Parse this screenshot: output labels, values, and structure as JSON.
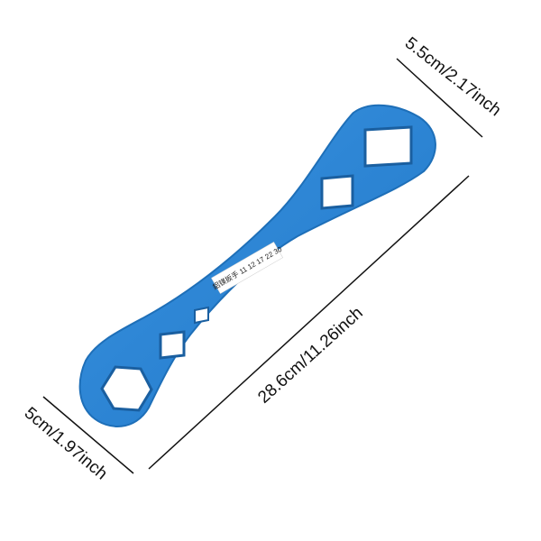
{
  "product": {
    "name": "blue-spanner-wrench",
    "body_color": "#2d86d6",
    "edge_color": "#1e6fb8",
    "sticker_text": "鋁镁扳手 11 12 17 22 30"
  },
  "dimensions": {
    "top_width": "5.5cm/2.17inch",
    "length": "28.6cm/11.26inch",
    "bottom_width": "5cm/1.97inch"
  }
}
